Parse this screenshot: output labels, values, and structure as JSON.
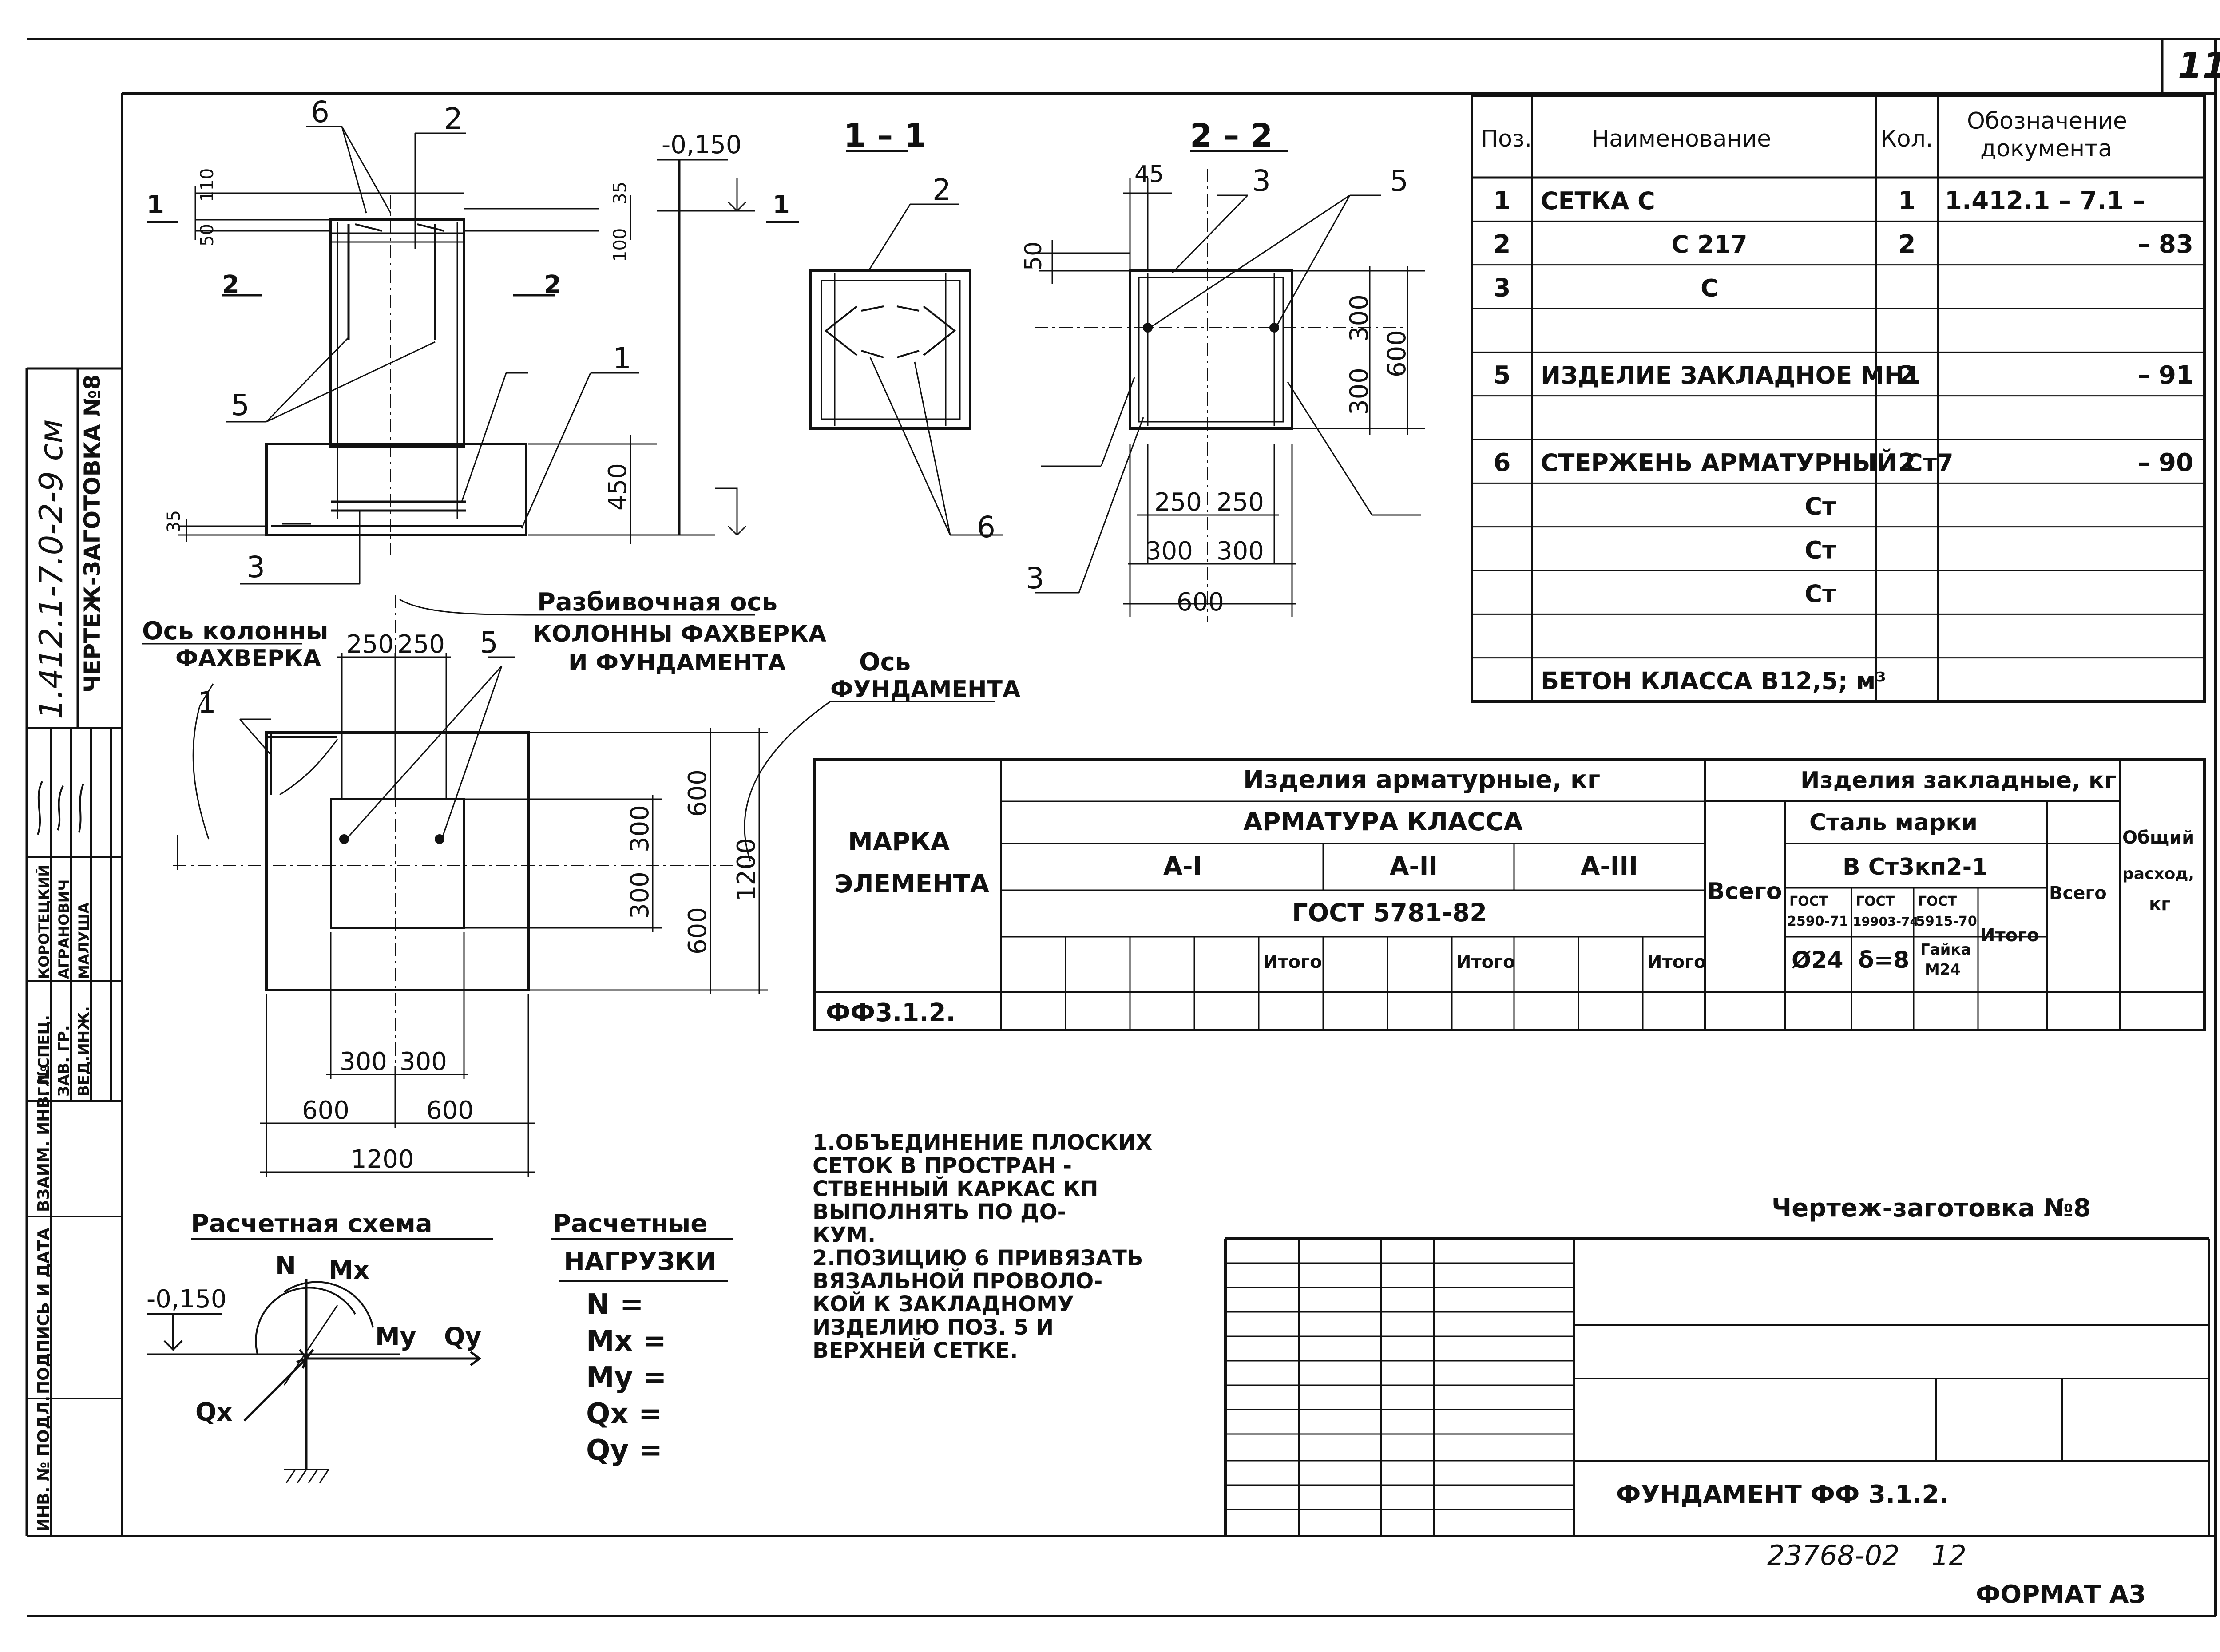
{
  "sheet": {
    "page_number": "11",
    "format_label": "ФОРМАТ А3",
    "inventory_code": "23768-02",
    "inventory_page": "12",
    "drawing_title": "Чертеж-заготовка №8",
    "element_title": "ФУНДАМЕНТ ФФ 3.1.2."
  },
  "left_margin": {
    "series_code": "1.412.1-7.0-2-9 см",
    "stamp_title": "ЧЕРТЕЖ-ЗАГОТОВКА №8",
    "roles": [
      "ГЛ.СПЕЦ.",
      "ЗАВ. ГР.",
      "ВЕД.ИНЖ."
    ],
    "names": [
      "КОРОТЕЦКИЙ",
      "АГРАНОВИЧ",
      "МАЛУША"
    ],
    "fields": [
      "ИНВ. № ПОДЛ.",
      "ПОДПИСЬ И ДАТА",
      "ВЗАИМ. ИНВ. №"
    ]
  },
  "elevation": {
    "labels": {
      "pos6": "6",
      "pos2": "2",
      "pos5": "5",
      "pos1": "1",
      "pos3": "3",
      "cut1_left": "1",
      "cut1_right": "1",
      "cut2_left": "2",
      "cut2_right": "2",
      "level": "-0,150",
      "d110": "110",
      "d50": "50",
      "d35_top": "35",
      "d100": "100",
      "d450": "450",
      "d35_bottom": "35"
    }
  },
  "section_1_1": {
    "title": "1 – 1",
    "pos2": "2",
    "pos6": "6"
  },
  "section_2_2": {
    "title": "2 – 2",
    "pos3_top": "3",
    "pos5": "5",
    "pos3_bottom": "3",
    "d45": "45",
    "d50": "50",
    "d300_top": "300",
    "d300_bottom": "300",
    "d600": "600",
    "d250_left": "250",
    "d250_right": "250",
    "d300_left": "300",
    "d300_right": "300",
    "d600_bottom": "600"
  },
  "plan": {
    "column_axis_label_line1": "Ось колонны",
    "column_axis_label_line2": "ФАХВЕРКА",
    "layout_axis_line1": "Разбивочная ось",
    "layout_axis_line2": "КОЛОННЫ ФАХВЕРКА",
    "layout_axis_line3": "И ФУНДАМЕНТА",
    "foundation_axis_line1": "Ось",
    "foundation_axis_line2": "ФУНДАМЕНТА",
    "pos1": "1",
    "pos5": "5",
    "d250_left": "250",
    "d250_right": "250",
    "d300_top": "300",
    "d300_bottom": "300",
    "d600_top": "600",
    "d600_bottom": "600",
    "d1200_v": "1200",
    "d300_left": "300",
    "d300_right": "300",
    "d600_left": "600",
    "d600_right": "600",
    "d1200_h": "1200"
  },
  "spec_table": {
    "headers": [
      "Поз.",
      "Наименование",
      "Кол.",
      "Обозначение документа"
    ],
    "rows": [
      [
        "1",
        "СЕТКА С",
        "1",
        "1.412.1 – 7.1 –"
      ],
      [
        "2",
        "С 217",
        "2",
        "– 83"
      ],
      [
        "3",
        "С",
        "",
        ""
      ],
      [
        "",
        "",
        "",
        ""
      ],
      [
        "5",
        "ИЗДЕЛИЕ ЗАКЛАДНОЕ МН1",
        "2",
        "– 91"
      ],
      [
        "",
        "",
        "",
        ""
      ],
      [
        "6",
        "СТЕРЖЕНЬ АРМАТУРНЫЙ Ст7",
        "2",
        "– 90"
      ],
      [
        "",
        "Ст",
        "",
        ""
      ],
      [
        "",
        "Ст",
        "",
        ""
      ],
      [
        "",
        "Ст",
        "",
        ""
      ],
      [
        "",
        "",
        "",
        ""
      ],
      [
        "",
        "БЕТОН КЛАССА В12,5; м³",
        "",
        ""
      ]
    ]
  },
  "steel_table": {
    "mark_header_line1": "МАРКА",
    "mark_header_line2": "ЭЛЕМЕНТА",
    "rebar_header": "Изделия арматурные, кг",
    "class_header": "АРМАТУРА КЛАССА",
    "classes": [
      "А-I",
      "А-II",
      "А-III"
    ],
    "gost": "ГОСТ 5781-82",
    "total": "Всего",
    "subtotal": "Итого",
    "embedded_header": "Изделия закладные, кг",
    "steel_grade_header": "Сталь марки",
    "steel_grade": "В Ст3кп2-1",
    "gost_cols": [
      "ГОСТ 2590-71",
      "ГОСТ 19903-74",
      "ГОСТ 5915-70"
    ],
    "gost_cols_l1": [
      "ГОСТ",
      "ГОСТ",
      "ГОСТ"
    ],
    "gost_cols_l2": [
      "2590-71",
      "19903-74",
      "5915-70"
    ],
    "sizes": [
      "Ø24",
      "δ=8",
      "Гайка М24"
    ],
    "sizes_nut_l1": "Гайка",
    "sizes_nut_l2": "М24",
    "embedded_total": "Всего",
    "embedded_subtotal": "Итого",
    "general_line1": "Общий",
    "general_line2": "расход,",
    "general_line3": "кг",
    "element": "ФФ3.1.2."
  },
  "notes": {
    "note1": [
      "1.ОБЪЕДИНЕНИЕ ПЛОСКИХ",
      "СЕТОК В ПРОСТРАН -",
      "СТВЕННЫЙ КАРКАС КП",
      "ВЫПОЛНЯТЬ ПО ДО-",
      "КУМ."
    ],
    "note2": [
      "2.ПОЗИЦИЮ 6 ПРИВЯЗАТЬ",
      "ВЯЗАЛЬНОЙ ПРОВОЛО-",
      "КОЙ К ЗАКЛАДНОМУ",
      "ИЗДЕЛИЮ ПОЗ. 5 И",
      "ВЕРХНЕЙ СЕТКЕ."
    ]
  },
  "scheme": {
    "title": "Расчетная схема",
    "level": "-0,150",
    "N": "N",
    "Mx": "Mx",
    "My": "My",
    "Qx": "Qx",
    "Qy": "Qy"
  },
  "loads": {
    "title_line1": "Расчетные",
    "title_line2": "НАГРУЗКИ",
    "items": [
      "N =",
      "Mx =",
      "My =",
      "Qx =",
      "Qy ="
    ]
  }
}
